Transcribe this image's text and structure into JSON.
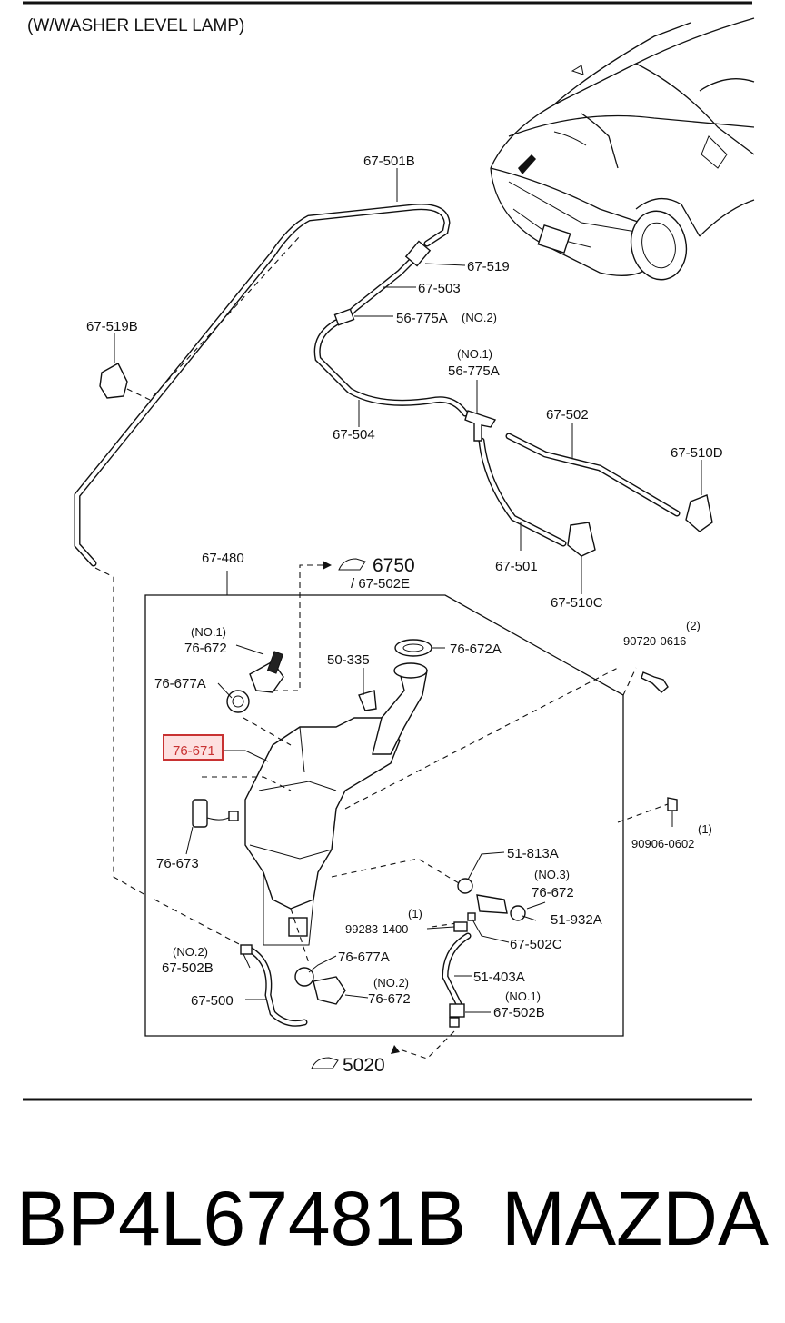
{
  "header": {
    "title": "(W/WASHER LEVEL LAMP)"
  },
  "footer": {
    "part_number": "BP4L67481B",
    "brand": "MAZDA"
  },
  "callouts": {
    "c67501B": "67-501B",
    "c67519": "67-519",
    "c67503": "67-503",
    "c56775A_no2": "56-775A",
    "c56775A_no2_qual": "(NO.2)",
    "c67519B": "67-519B",
    "c56775A_no1_qual": "(NO.1)",
    "c56775A_no1": "56-775A",
    "c67504": "67-504",
    "c67502": "67-502",
    "c67510D": "67-510D",
    "c67501": "67-501",
    "c67510C": "67-510C",
    "c67480": "67-480",
    "ref6750": "6750",
    "ref6750_sub": "/ 67-502E",
    "c76672_no1_qual": "(NO.1)",
    "c76672_no1": "76-672",
    "c76677A_top": "76-677A",
    "c50335": "50-335",
    "c76672A": "76-672A",
    "qty2": "(2)",
    "c90720": "90720-0616",
    "c76671": "76-671",
    "c76673": "76-673",
    "qty1_top": "(1)",
    "c90906": "90906-0602",
    "c51813A": "51-813A",
    "c76672_no3_qual": "(NO.3)",
    "c76672_no3": "76-672",
    "c51932A": "51-932A",
    "qty1_mid": "(1)",
    "c99283": "99283-1400",
    "c67502C": "67-502C",
    "c67502B_no2_qual": "(NO.2)",
    "c67502B_no2": "67-502B",
    "c76677A_bot": "76-677A",
    "c76672_no2_qual": "(NO.2)",
    "c76672_no2": "76-672",
    "c67500": "67-500",
    "c51403A": "51-403A",
    "c67502B_no1_qual": "(NO.1)",
    "c67502B_no1": "67-502B",
    "ref5020": "5020"
  },
  "highlight_color": "#c83232"
}
